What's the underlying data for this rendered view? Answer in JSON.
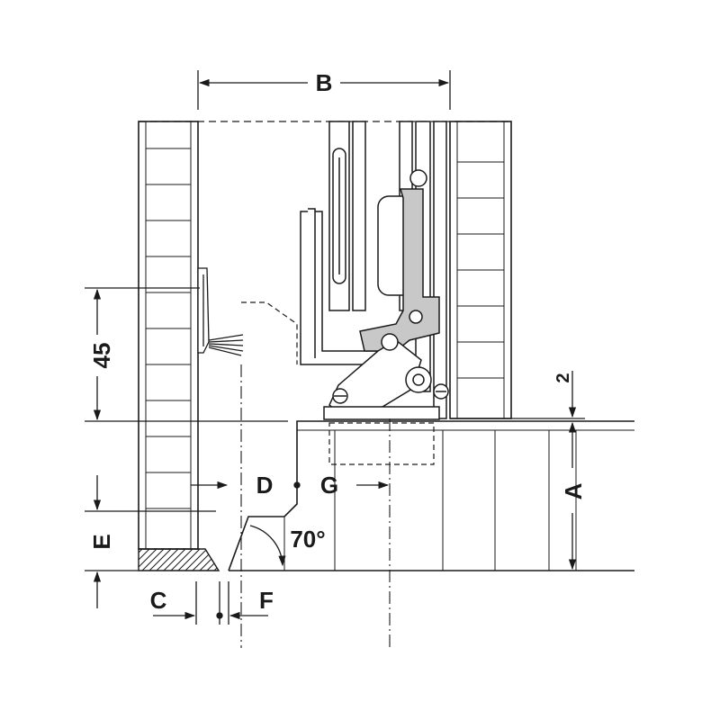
{
  "labels": {
    "B": "B",
    "dim_45": "45",
    "dim_2": "2",
    "A": "A",
    "D": "D",
    "G": "G",
    "E": "E",
    "C": "C",
    "F": "F",
    "angle": "70°"
  },
  "colors": {
    "line": "#1a1a1a",
    "metal": "#c8c8c8",
    "background": "#ffffff"
  }
}
